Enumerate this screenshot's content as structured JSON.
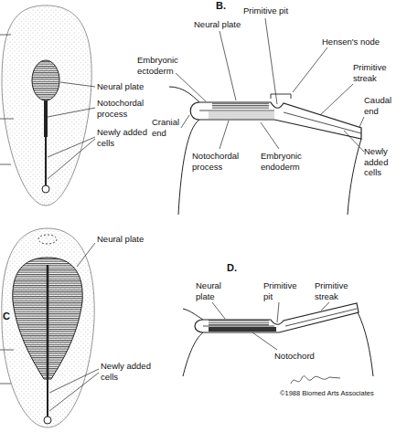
{
  "diagram": {
    "labels": [
      "Neural plate",
      "Notochordal process",
      "Newly added cells",
      "B.",
      "Primitive pit",
      "Neural plate",
      "Hensen's node",
      "Embryonic ectoderm",
      "Primitive streak",
      "Caudal end",
      "Cranial end",
      "Notochordal process",
      "Embryonic endoderm",
      "Newly added cells",
      "Neural plate",
      "Newly added cells",
      "C",
      "D.",
      "Neural plate",
      "Primitive pit",
      "Primitive streak",
      "Notochord",
      "©1988 Biomed Arts Associates"
    ]
  }
}
